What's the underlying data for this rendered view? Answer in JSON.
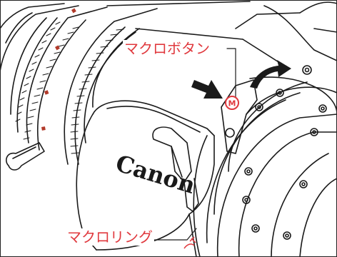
{
  "labels": {
    "macro_button": "マクロボタン",
    "macro_ring": "マクロリング"
  },
  "button_mark": "M",
  "brand_logo": "Canon",
  "colors": {
    "callout": "#e0393e",
    "ink": "#1a1a1a",
    "tick_mark": "#b23a2a"
  },
  "icons": [
    "push-arrow-icon",
    "rotate-arrow-icon"
  ]
}
